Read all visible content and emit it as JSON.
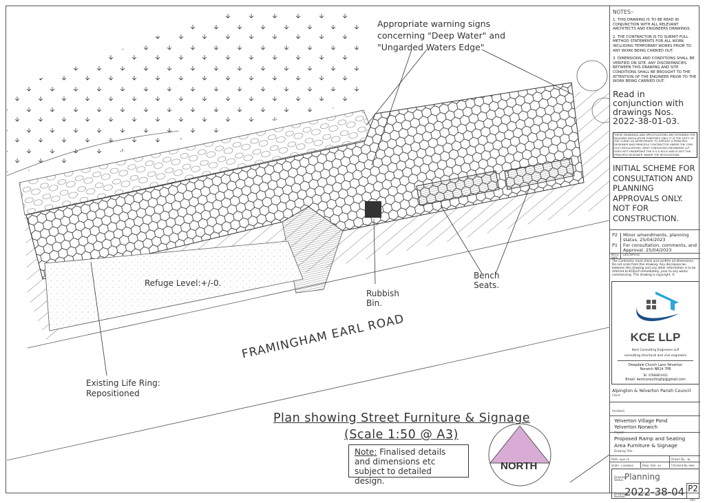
{
  "drawing": {
    "warning_label": "Appropriate warning signs\nconcerning \"Deep Water\" and\n\"Ungarded Waters Edge\"",
    "bench_label": "Bench\nSeats.",
    "bin_label": "Rubbish\nBin.",
    "refuge_label": "Refuge Level:+/-0.",
    "road_label": "FRAMINGHAM EARL ROAD",
    "lifering_label": "Existing Life Ring:\nRepositioned",
    "title": "Plan showing Street Furniture & Signage",
    "scale": "(Scale 1:50 @ A3)",
    "note_heading": "Note:",
    "note_text": " Finalised details\nand dimensions etc\nsubject to detailed design.",
    "north": "NORTH",
    "colors": {
      "north": "#d9acd6",
      "logo_blue": "#2aa6d9",
      "logo_navy": "#1e4f86",
      "logo_grey": "#555555"
    }
  },
  "titleblock": {
    "notes_heading": "NOTES:-",
    "note1": "1. THIS DRAWING IS TO BE READ IN CONJUNCTION WITH ALL RELEVANT ARCHITECTS AND ENGINEERS DRAWINGS.",
    "note2": "2. THE CONTRACTOR IS TO SUBMIT FULL METHOD STATEMENTS FOR ALL WORK INCLUDING TEMPORARY WORKS PRIOR TO ANY WORK BEING CARRIED OUT.",
    "note3": "3. DIMENSIONS AND CONDITIONS SHALL BE VERIFIED ON SITE. ANY DISCREPANCIES BETWEEN THIS DRAWING AND SITE CONDITIONS SHALL BE BROUGHT TO THE ATTENTION OF THE ENGINEER PRIOR TO THE WORK BEING CARRIED OUT.",
    "read_with": "Read in conjunction with drawings Nos. 2022-38-01-03.",
    "cdm": "THESE DRAWINGS AND SPECIFICATIONS ARE INTENDED FOR BUILDING REGULATION PURPOSES ONLY. IT IS THE DUTY OF THE CLIENT AS APPROPRIATE TO APPOINT A PRINCIPLE DESIGNER AND PRINCIPLE CONTRACTOR UNDER THE CDM 2015 REGULATIONS. KENT CONSULTING ENGINEERS LLP DOES NOT UNDERTAKE THE H & S ROLE AND IS NOT THE PRINCIPLE DESIGNER UNDER THE REGULATIONS.",
    "initial_scheme": "INITIAL SCHEME FOR CONSULTATION AND PLANNING APPROVALS ONLY. NOT FOR CONSTRUCTION.",
    "revisions": [
      {
        "rev": "P2",
        "desc": "Minor amendments, planning status. 25/04/2023"
      },
      {
        "rev": "P1",
        "desc": "For consultation, comments, and Approval.   25/04/2023"
      }
    ],
    "rev_header": "REV.& DATE",
    "desc_header": "DESCRIPTION",
    "disclaimer": "The Contractor must check and confirm all dimensions. Do not scale from this drawing.  Any discrepancies between this drawing and any other information is to be referred to KCELLP immediately, prior to any works commencing.  This drawing is copyright. ©",
    "company": "KCE LLP",
    "company_full": "Kent Consulting Engineers LLP",
    "company_tagline": "consulting structural and civil engineers",
    "address": "Deepdale Church Lane Yelverton\nNorwich NR14 7PB",
    "tel": "Tel: 07868814422",
    "email": "Email: kentconsultingllp@gmail.com",
    "client": "Alpington & Yelverton Parish Council",
    "client_cap": "Client.",
    "architect_cap": "Architect.",
    "project": "Yelverton Village Pond\nYelverton Norwich",
    "project_cap": "Project.",
    "drawing_title": "Proposed  Ramp and Seating\nArea Furniture & Signage",
    "drawing_title_cap": "Drawing Title.",
    "date_cap": "Date.",
    "date": "April 23",
    "drawn_cap": "Drawn By.",
    "drawn": "BJ",
    "scale_cap": "Scale.",
    "scale": "1:200@A3",
    "size_cap": "Dwg. Size.",
    "size": "A3",
    "checked_cap": "Checked By.",
    "checked": "MRH",
    "status_cap": "Drawing Status.",
    "status": "Planning",
    "number_cap": "Drawing Number.",
    "number": "2022-38-04",
    "rev_cap": "Rev.",
    "rev": "P2"
  }
}
